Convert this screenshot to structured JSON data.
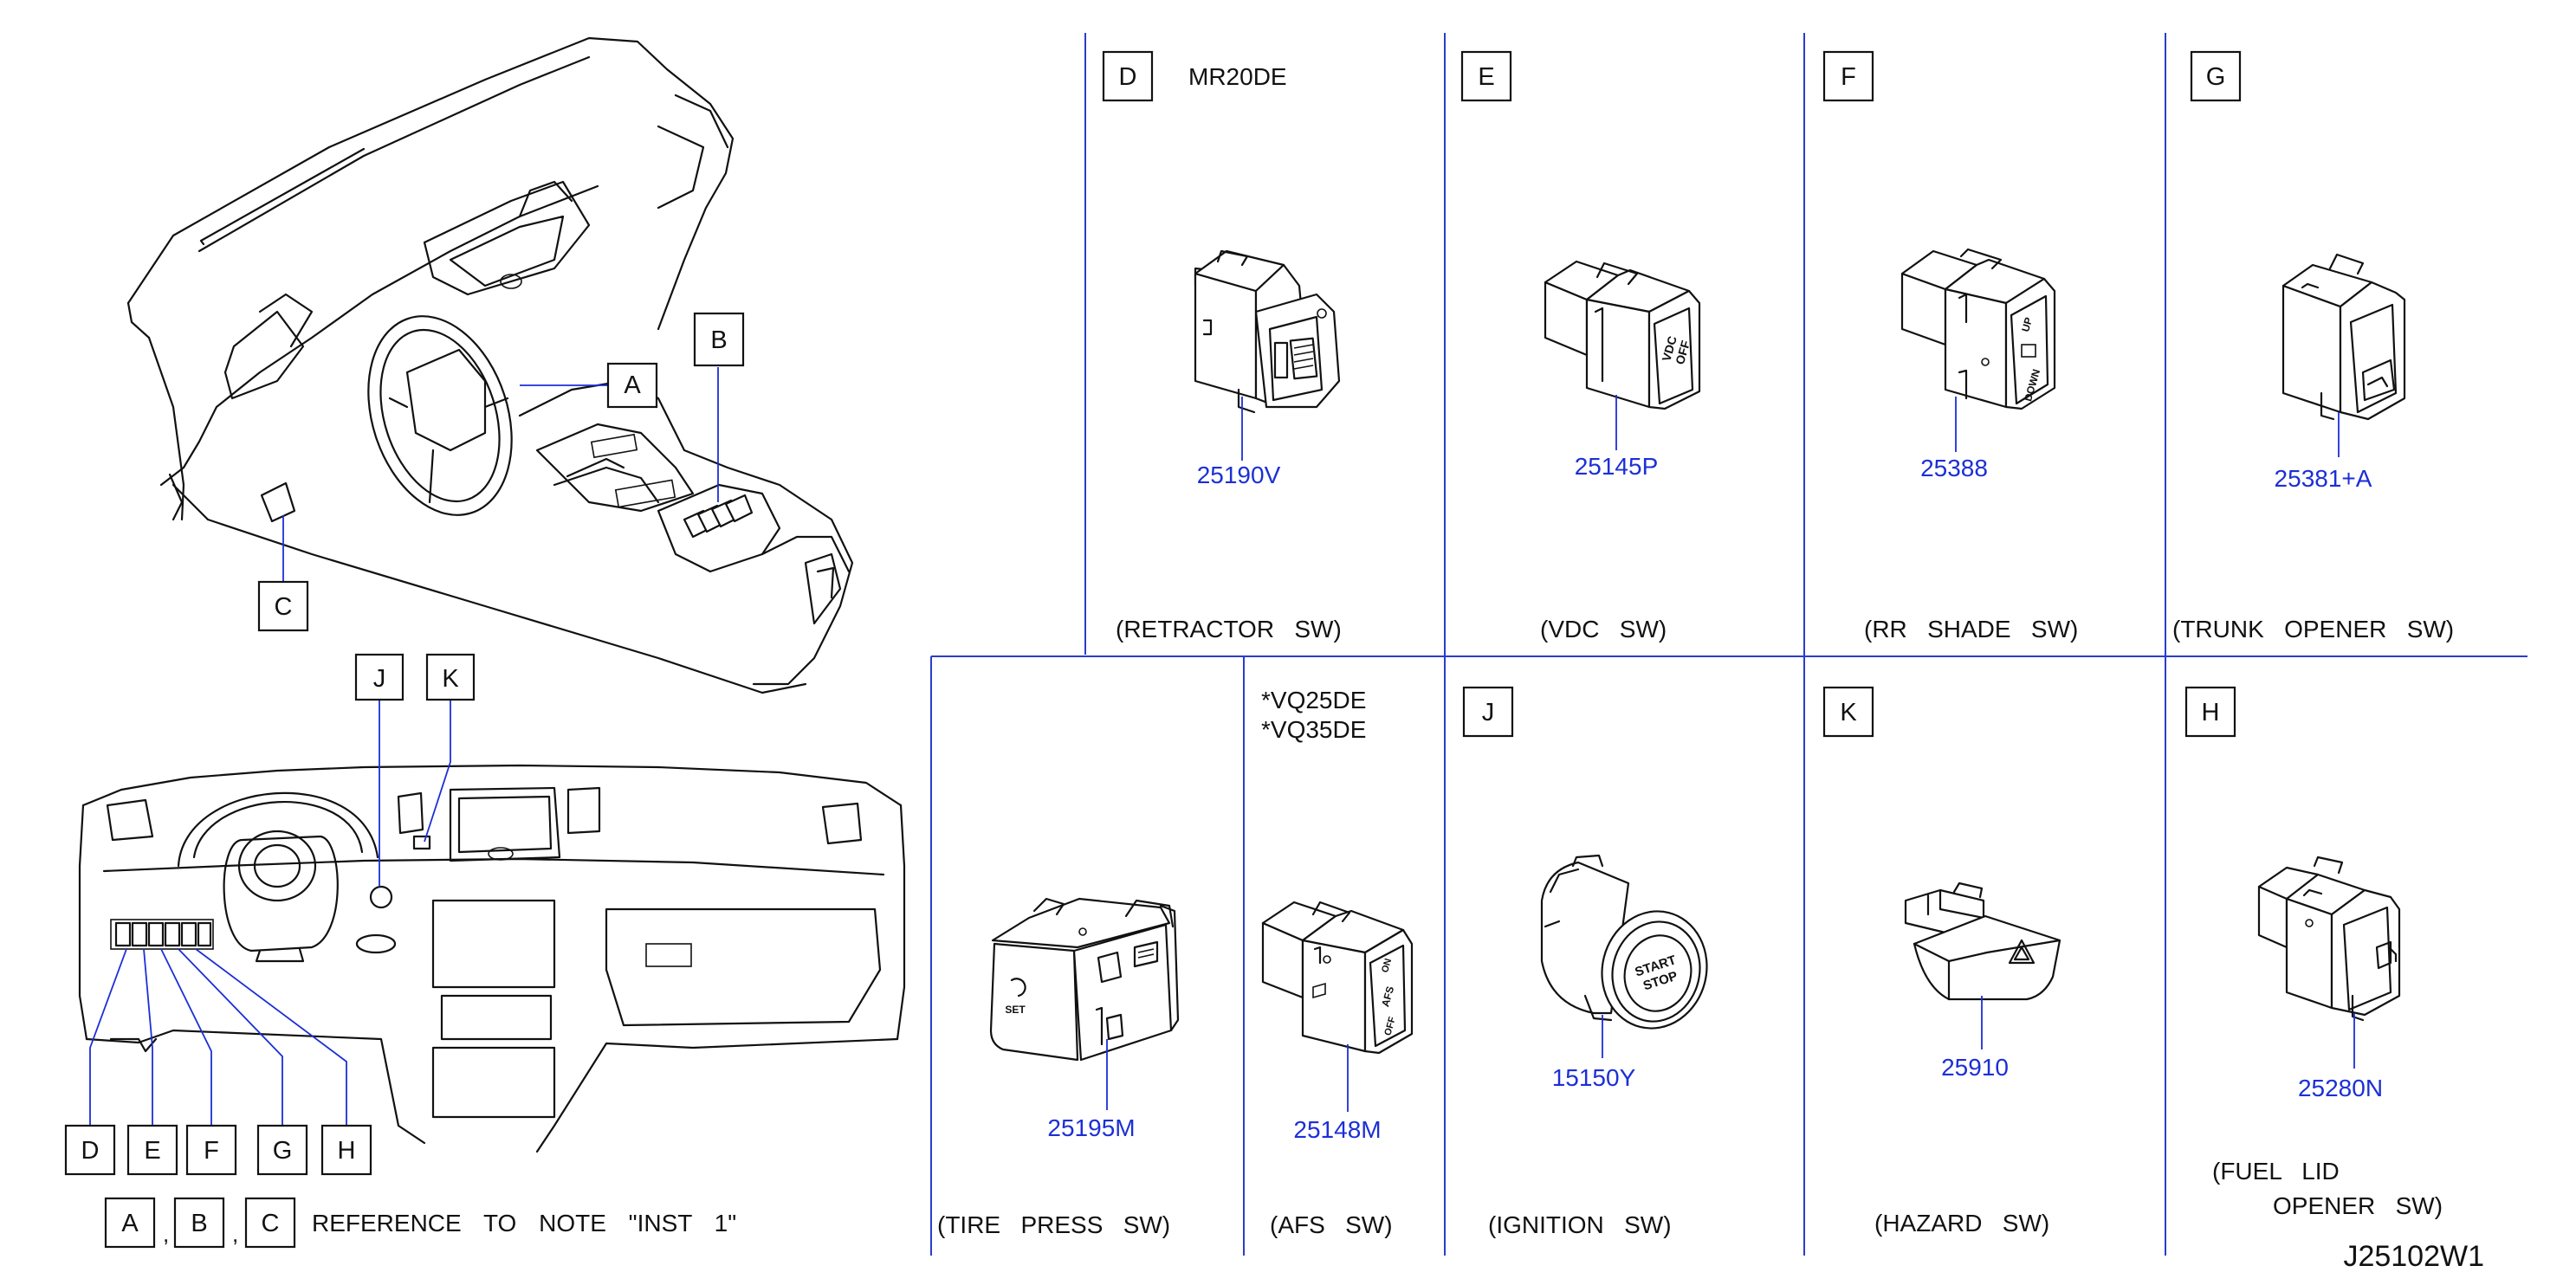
{
  "figure_code": "J25102W1",
  "reference_note": {
    "letters": [
      "A",
      "B",
      "C"
    ],
    "separator": ",",
    "text": "REFERENCE TO NOTE \"INST 1\""
  },
  "overview_callouts": {
    "A": "A",
    "B": "B",
    "C": "C",
    "D": "D",
    "E": "E",
    "F": "F",
    "G": "G",
    "H": "H",
    "J": "J",
    "K": "K"
  },
  "cells": {
    "D": {
      "letter": "D",
      "note": "MR20DE",
      "part_number": "25190V",
      "name": "(RETRACTOR   SW)"
    },
    "E": {
      "letter": "E",
      "part_number": "25145P",
      "name": "(VDC   SW)",
      "button_text": [
        "VDC",
        "OFF"
      ]
    },
    "F": {
      "letter": "F",
      "part_number": "25388",
      "name": "(RR   SHADE   SW)",
      "button_text": [
        "UP",
        "DOWN"
      ]
    },
    "G": {
      "letter": "G",
      "part_number": "25381+A",
      "name": "(TRUNK   OPENER   SW)"
    },
    "TIRE": {
      "part_number": "25195M",
      "name": "(TIRE   PRESS   SW)",
      "button_text": "SET"
    },
    "AFS": {
      "notes": [
        "*VQ25DE",
        "*VQ35DE"
      ],
      "part_number": "25148M",
      "name": "(AFS   SW)",
      "button_text": [
        "ON",
        "AFS",
        "OFF"
      ]
    },
    "J": {
      "letter": "J",
      "part_number": "15150Y",
      "name": "(IGNITION   SW)",
      "button_text": [
        "START",
        "STOP"
      ]
    },
    "K": {
      "letter": "K",
      "part_number": "25910",
      "name": "(HAZARD   SW)"
    },
    "H": {
      "letter": "H",
      "part_number": "25280N",
      "name": [
        "(FUEL   LID",
        "OPENER   SW)"
      ]
    }
  }
}
